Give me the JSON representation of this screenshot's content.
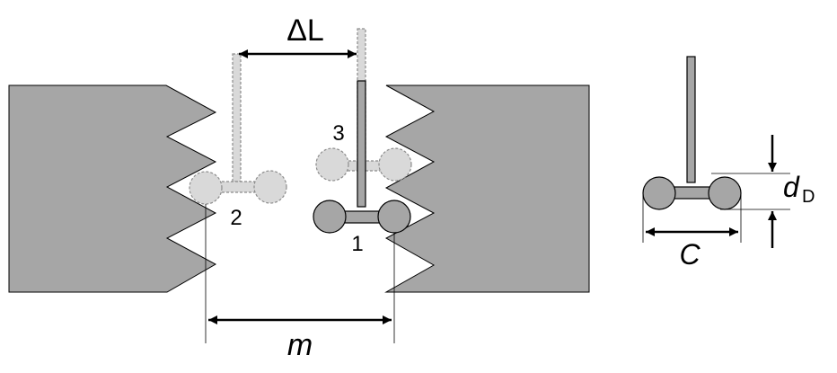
{
  "labels": {
    "delta_l": "ΔL",
    "m": "m",
    "c": "C",
    "d_main": "d",
    "d_sub": "D",
    "pos_1": "1",
    "pos_2": "2",
    "pos_3": "3"
  },
  "colors": {
    "wall": "#a6a6a6",
    "solid_probe": "#a6a6a6",
    "ghost_probe": "#d9d9d9",
    "ghost_outline": "#8c8c8c",
    "line": "#000000",
    "background": "#ffffff"
  }
}
